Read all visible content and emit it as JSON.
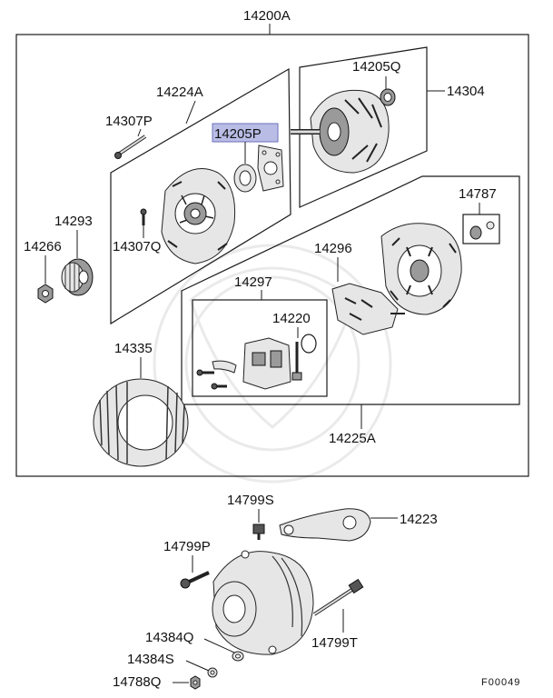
{
  "diagram": {
    "labels": {
      "assy": "14200A",
      "front_bracket": "14224A",
      "bolt_long": "14307P",
      "bolt_short": "14307Q",
      "bearing_front": "14205P",
      "bearing_rear": "14205Q",
      "rotor": "14304",
      "pulley": "14293",
      "pulley_nut": "14266",
      "cap": "14787",
      "rectifier": "14296",
      "regulator_assy": "14297",
      "brush": "14220",
      "stator": "14335",
      "rear_bracket": "14225A",
      "bolt_s": "14799S",
      "brace": "14223",
      "bolt_p": "14799P",
      "bolt_t": "14799T",
      "washer_q": "14384Q",
      "washer_s": "14384S",
      "nut_q": "14788Q"
    },
    "figure_code": "F00049"
  },
  "colors": {
    "highlight_fill": "#b9bde6",
    "highlight_stroke": "#6a70b8"
  }
}
